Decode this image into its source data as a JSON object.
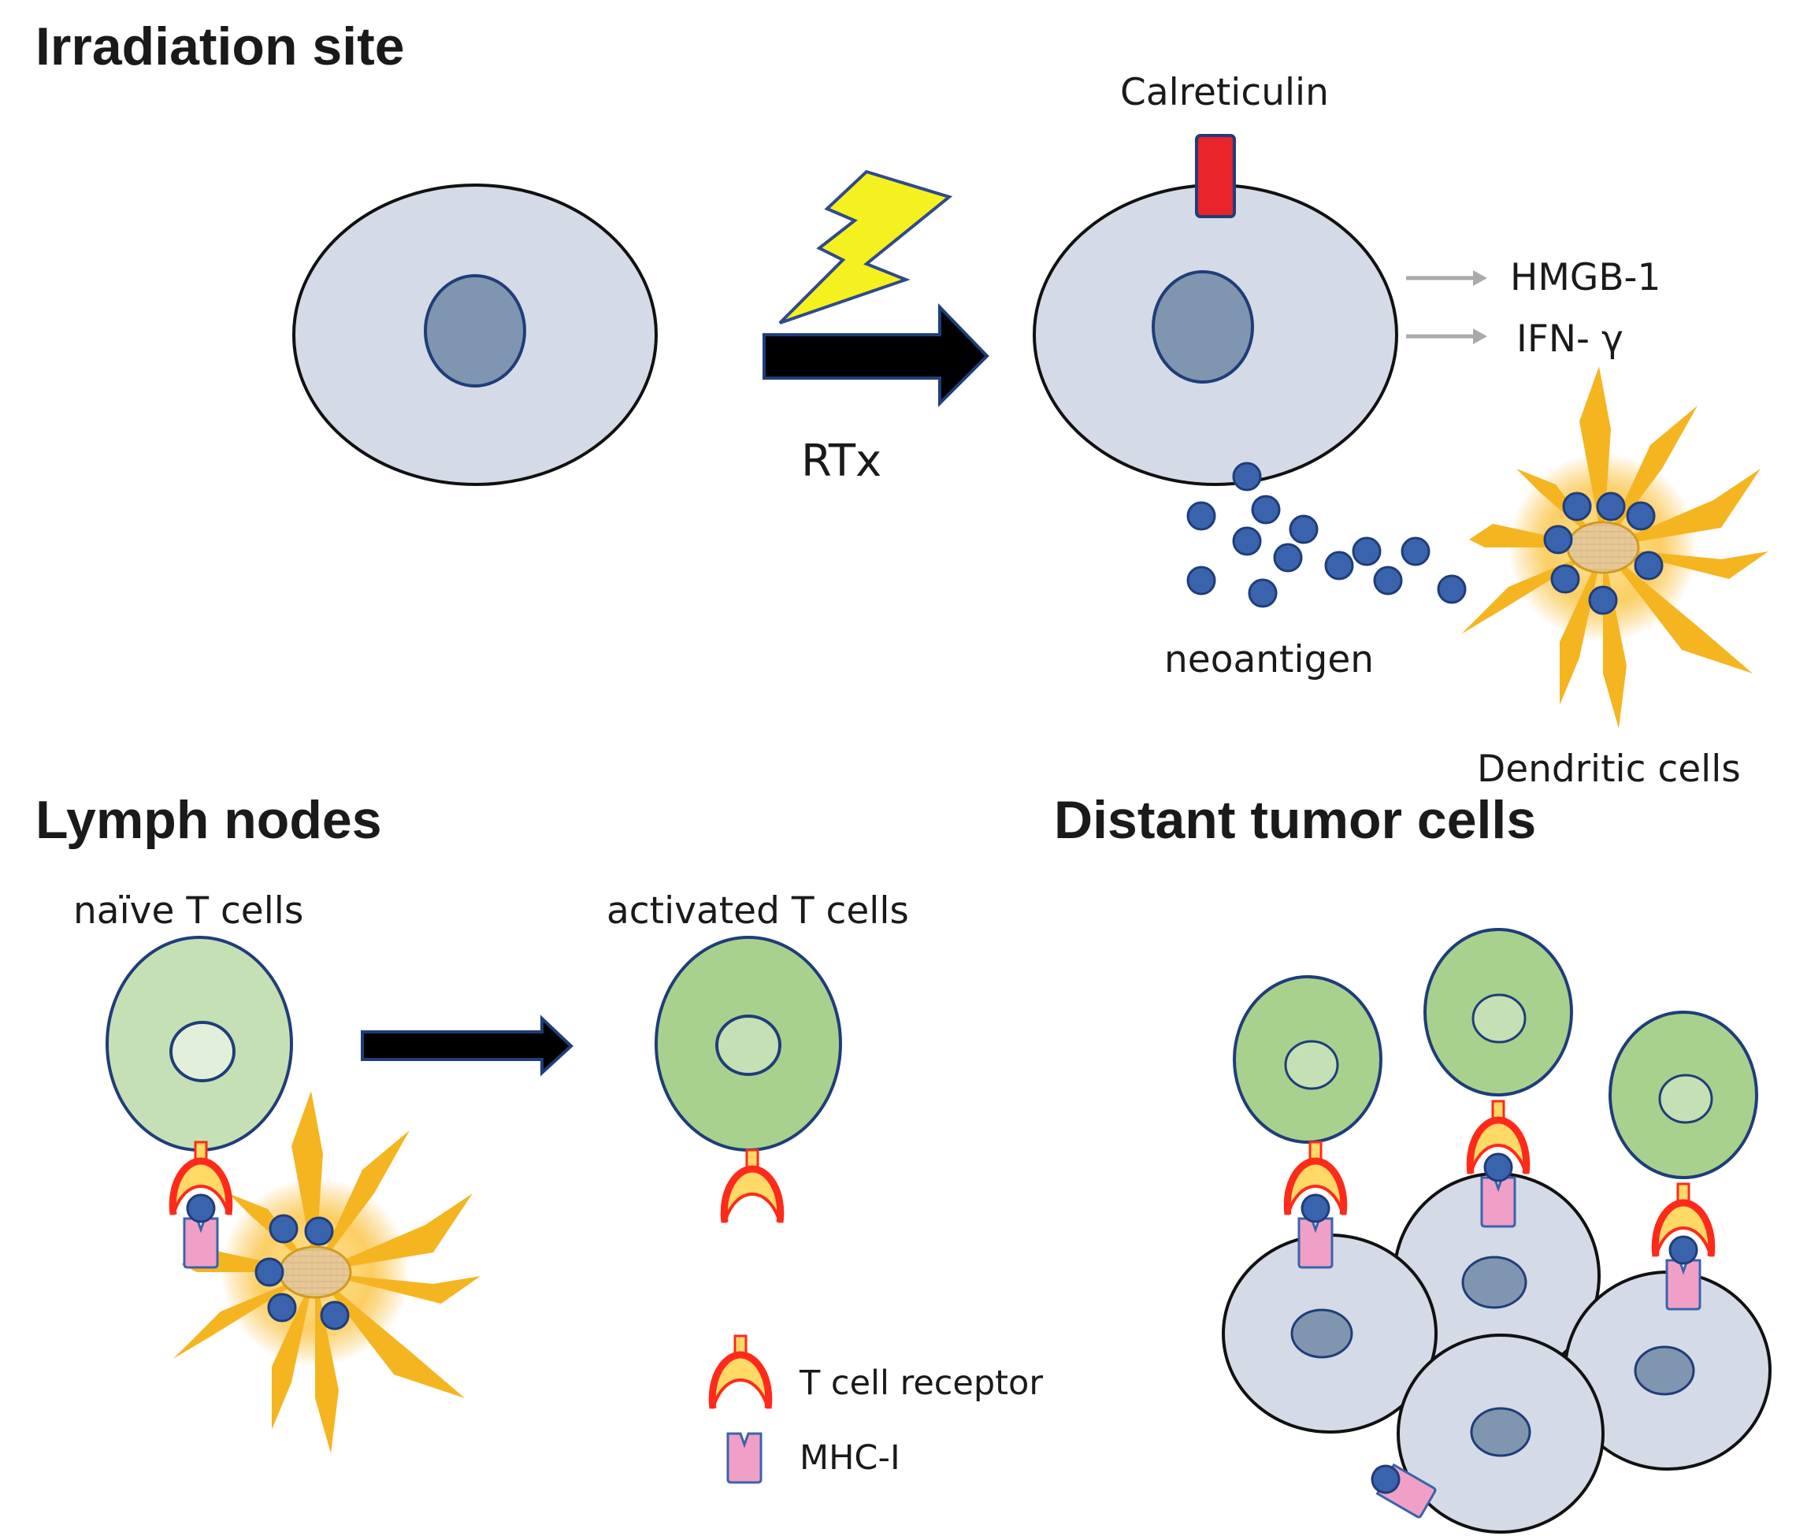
{
  "sections": {
    "irradiation_site": "Irradiation site",
    "lymph_nodes": "Lymph nodes",
    "distant_tumor_cells": "Distant tumor cells"
  },
  "labels": {
    "calreticulin": "Calreticulin",
    "hmgb1": "HMGB-1",
    "ifn_gamma": "IFN- γ",
    "rtx": "RTx",
    "neoantigen": "neoantigen",
    "dendritic_cells": "Dendritic cells",
    "naive_t_cells": "naïve T cells",
    "activated_t_cells": "activated T cells"
  },
  "legend": {
    "tcr": "T cell receptor",
    "mhc": "MHC-I"
  },
  "colors": {
    "tumor_cell": "#d4dbe6",
    "tumor_nucleus": "#8095b0",
    "naive_t_cell": "#c5e0b4",
    "activated_t_cell": "#a9d18e",
    "antigen": "#3a63ad",
    "dendritic": "#f5b521",
    "calreticulin": "#e8232a",
    "lightning": "#f5f01f",
    "mhc": "#f0a0c6",
    "tcr_outer": "#ff2a1a",
    "tcr_inner": "#ffd966"
  }
}
